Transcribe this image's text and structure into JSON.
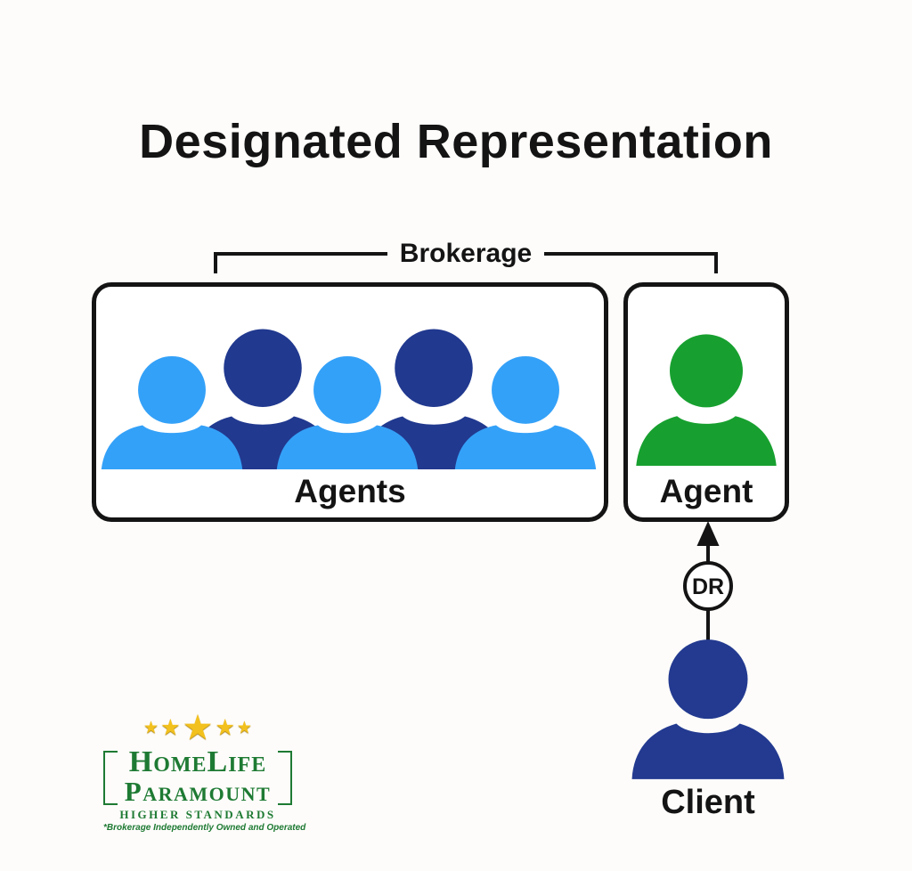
{
  "title": "Designated Representation",
  "bracket": {
    "label": "Brokerage"
  },
  "brokerage_box": {
    "label": "Agents",
    "member_icons": [
      {
        "icon": "person-icon",
        "color": "light_blue"
      },
      {
        "icon": "person-icon",
        "color": "dark_blue"
      },
      {
        "icon": "person-icon",
        "color": "light_blue"
      },
      {
        "icon": "person-icon",
        "color": "dark_blue"
      },
      {
        "icon": "person-icon",
        "color": "light_blue"
      }
    ]
  },
  "designated_box": {
    "label": "Agent",
    "icon": "person-icon",
    "color": "green"
  },
  "connector": {
    "badge": "DR",
    "arrow": "up-arrow-icon"
  },
  "client": {
    "label": "Client",
    "icon": "person-icon",
    "color": "navy"
  },
  "logo": {
    "star_glyph": "★",
    "star_count": 5,
    "name_line1": "HomeLife",
    "name_line2": "Paramount",
    "tagline": "HIGHER STANDARDS",
    "disclaimer": "*Brokerage Independently Owned and Operated"
  },
  "colors": {
    "background": "#FDFCFA",
    "ink": "#141414",
    "light_blue": "#34A1F8",
    "dark_blue": "#21398F",
    "green": "#17A02F",
    "navy": "#233A90",
    "logo_green": "#1E7A33",
    "gold": "#F3C11D",
    "box_fill": "#FFFFFF"
  }
}
